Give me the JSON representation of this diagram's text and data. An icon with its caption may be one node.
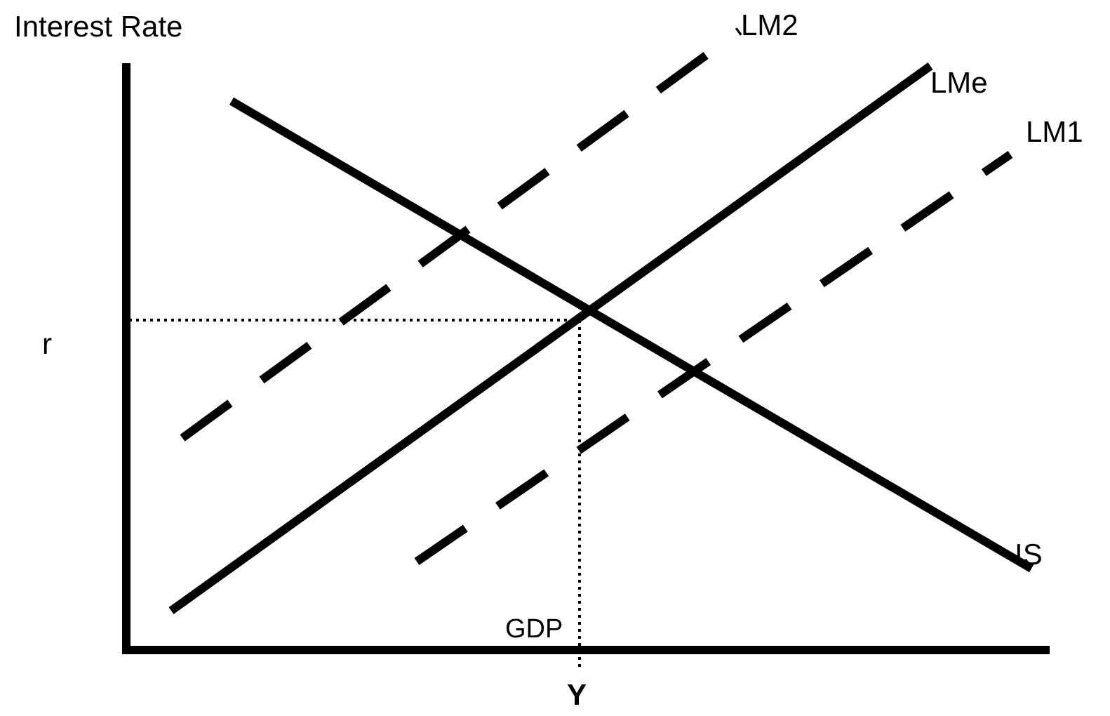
{
  "diagram": {
    "labels": [
      "Interest Rate",
      "LM2",
      "LMe",
      "LM1",
      "r",
      "IS",
      "GDP",
      "Y"
    ]
  }
}
